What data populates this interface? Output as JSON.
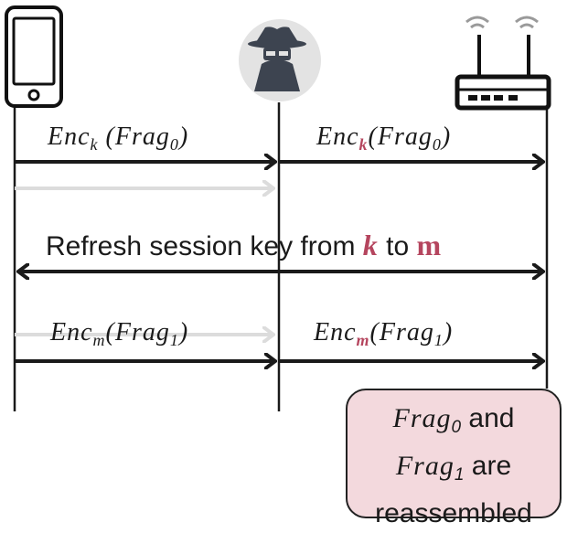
{
  "msg1_left": {
    "enc": "Enc",
    "key": "k",
    "frag": "Frag",
    "idx": "0"
  },
  "msg1_right": {
    "enc": "Enc",
    "key": "k",
    "frag": "Frag",
    "idx": "0"
  },
  "refresh": {
    "prefix": "Refresh session key from ",
    "from_key": "k",
    "to": " to ",
    "to_key": "m"
  },
  "msg2_left": {
    "enc": "Enc",
    "key": "m",
    "frag": "Frag",
    "idx": "1"
  },
  "msg2_right": {
    "enc": "Enc",
    "key": "m",
    "frag": "Frag",
    "idx": "1"
  },
  "note": {
    "frag_a": "Frag",
    "idx_a": "0",
    "and": " and",
    "frag_b": "Frag",
    "idx_b": "1",
    "are": " are",
    "last": "reassembled"
  },
  "colors": {
    "highlight": "#b5455e",
    "note_fill": "#f3d9dd",
    "arrow": "#1a1a1a",
    "faded_arrow": "#dcdcdc",
    "attacker_bg": "#e3e3e3",
    "attacker": "#3d4450"
  },
  "icons": {
    "left_actor": "smartphone-icon",
    "middle_actor": "attacker-icon",
    "right_actor": "router-icon"
  }
}
